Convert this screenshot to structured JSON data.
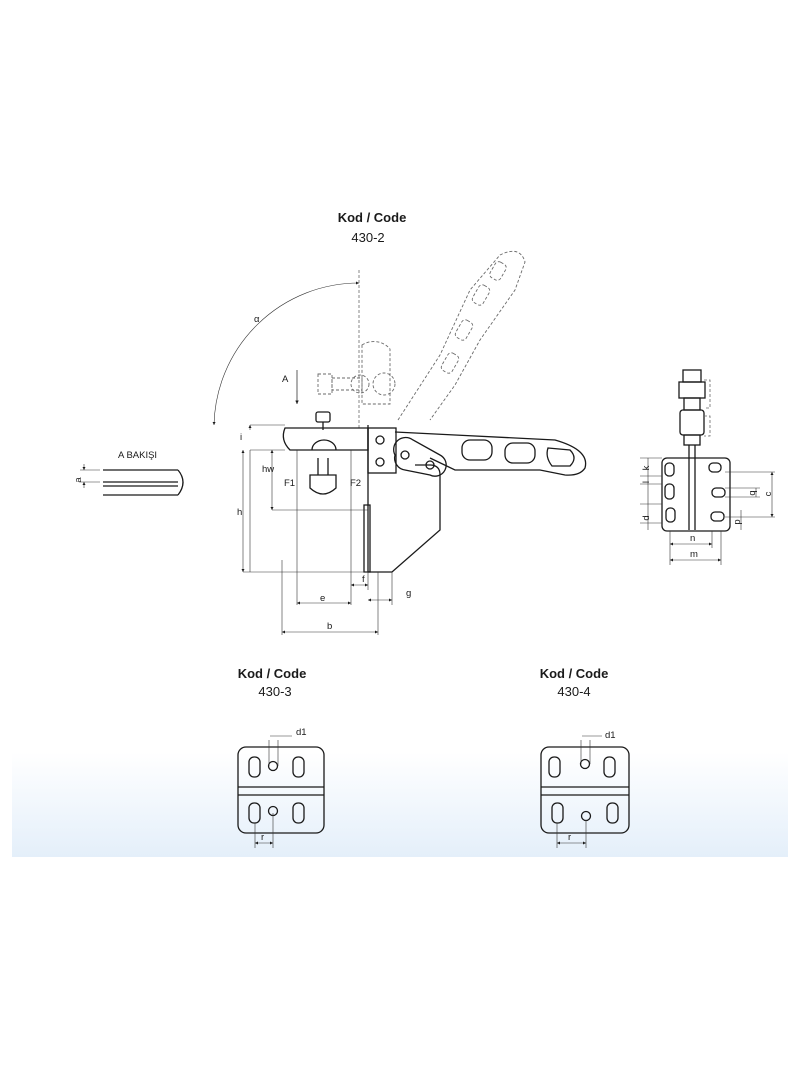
{
  "title_main": "Kod / Code",
  "code_main": "430-2",
  "view_label": "A BAKIŞI",
  "arrow_label": "A",
  "title_430_3": "Kod / Code",
  "code_430_3": "430-3",
  "title_430_4": "Kod / Code",
  "code_430_4": "430-4",
  "dims": {
    "alpha": "α",
    "a": "a",
    "i": "i",
    "hw": "hw",
    "h": "h",
    "F1": "F1",
    "F2": "F2",
    "e": "e",
    "b": "b",
    "f": "f",
    "g": "g",
    "k": "k",
    "l": "l",
    "d": "d",
    "q": "q",
    "c": "c",
    "p": "p",
    "n": "n",
    "m": "m",
    "d1": "d1",
    "r": "r"
  }
}
